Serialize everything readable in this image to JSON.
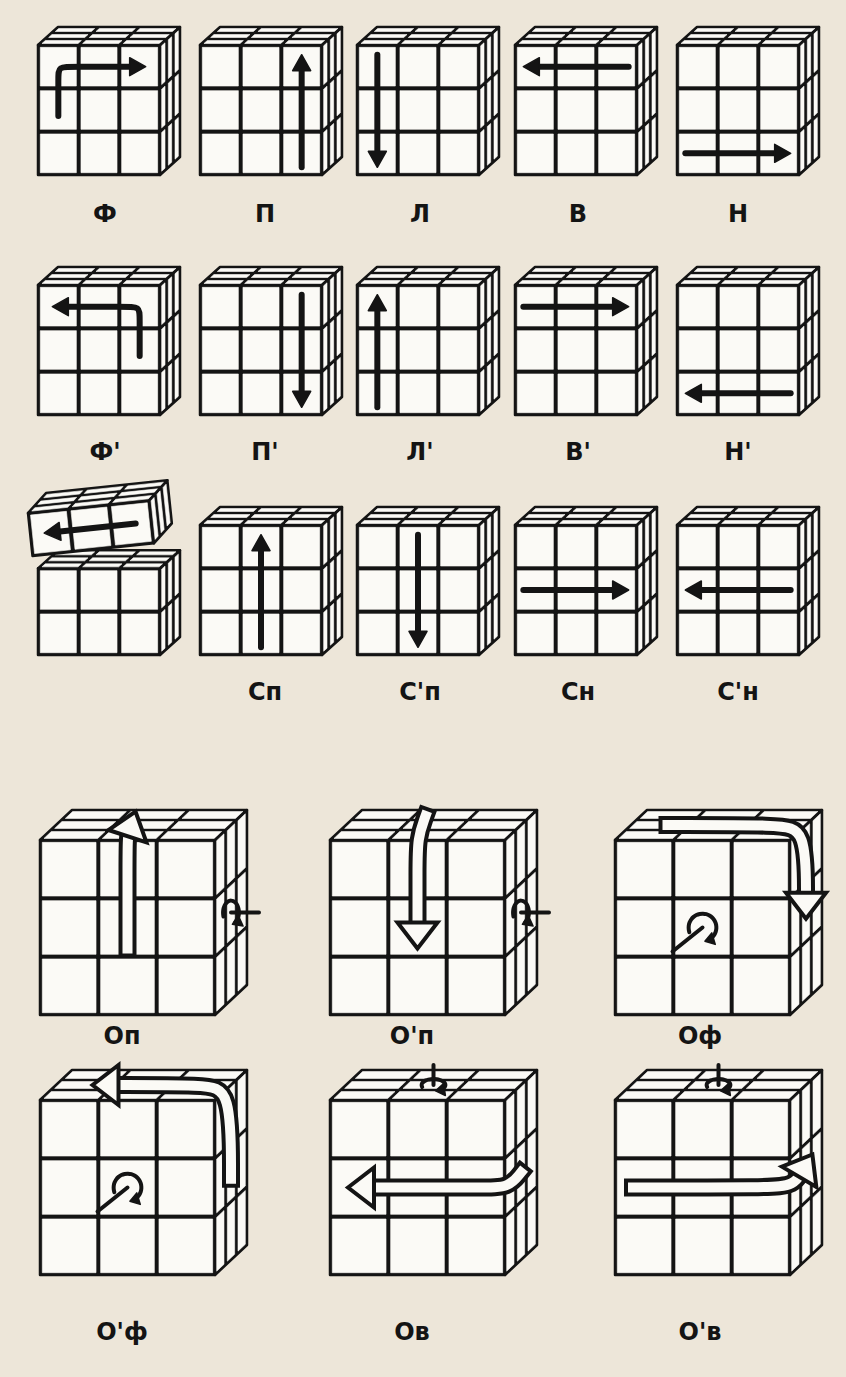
{
  "diagram": {
    "labels": [
      "Ф",
      "П",
      "Л",
      "В",
      "Н",
      "Ф'",
      "П'",
      "Л'",
      "В'",
      "Н'",
      "Сп",
      "С'п",
      "Сн",
      "С'н",
      "Оп",
      "О'п",
      "Оф",
      "О'ф",
      "Ов",
      "О'в"
    ]
  }
}
